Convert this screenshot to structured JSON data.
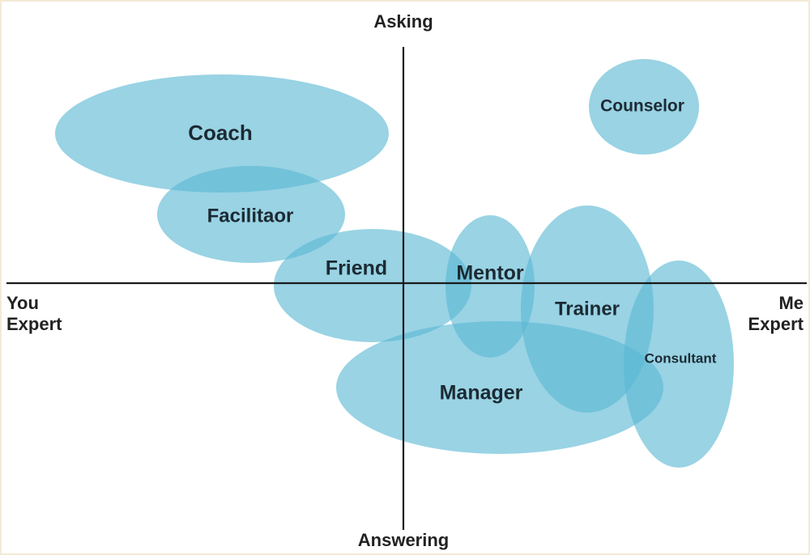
{
  "axes": {
    "top": "Asking",
    "bottom": "Answering",
    "left": [
      "You",
      "Expert"
    ],
    "right": [
      "Me",
      "Expert"
    ]
  },
  "colors": {
    "ellipse_fill": "#5bb8d4",
    "axis_line": "#1a1a1a",
    "label_text": "#1c2a33",
    "border": "#f3ead6"
  },
  "roles": [
    {
      "id": "coach",
      "label": "Coach"
    },
    {
      "id": "facilitaor",
      "label": "Facilitaor"
    },
    {
      "id": "friend",
      "label": "Friend"
    },
    {
      "id": "counselor",
      "label": "Counselor"
    },
    {
      "id": "mentor",
      "label": "Mentor"
    },
    {
      "id": "trainer",
      "label": "Trainer"
    },
    {
      "id": "manager",
      "label": "Manager"
    },
    {
      "id": "consultant",
      "label": "Consultant"
    }
  ]
}
